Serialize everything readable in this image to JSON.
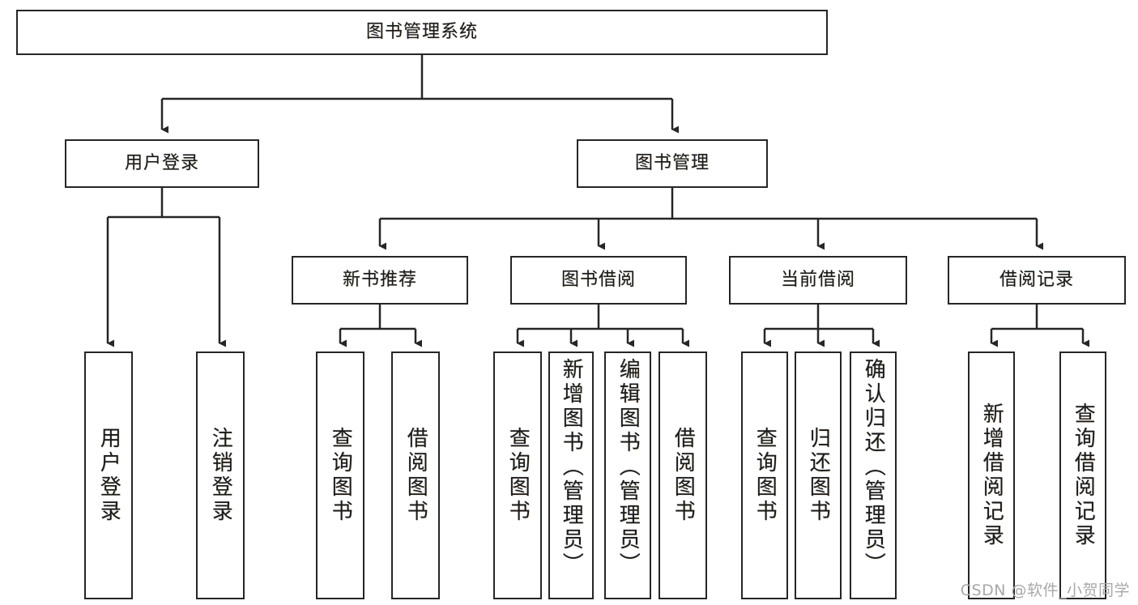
{
  "diagram": {
    "type": "tree-hierarchy",
    "title_node": {
      "label": "图书管理系统"
    },
    "level1": [
      {
        "id": "user-login",
        "label": "用户登录"
      },
      {
        "id": "book-management",
        "label": "图书管理"
      }
    ],
    "level2": [
      {
        "id": "new-book-recommend",
        "label": "新书推荐",
        "parent": "book-management"
      },
      {
        "id": "book-borrow",
        "label": "图书借阅",
        "parent": "book-management"
      },
      {
        "id": "current-borrow",
        "label": "当前借阅",
        "parent": "book-management"
      },
      {
        "id": "borrow-record",
        "label": "借阅记录",
        "parent": "book-management"
      }
    ],
    "leaves": {
      "user_login": [
        {
          "id": "leaf-user-login",
          "label": "用户登录"
        },
        {
          "id": "leaf-logout-login",
          "label": "注销登录"
        }
      ],
      "new_book_recommend": [
        {
          "id": "leaf-query-book-1",
          "label": "查询图书"
        },
        {
          "id": "leaf-borrow-book-1",
          "label": "借阅图书"
        }
      ],
      "book_borrow": [
        {
          "id": "leaf-query-book-2",
          "label": "查询图书"
        },
        {
          "id": "leaf-add-book",
          "label": "新增图书（管理员）"
        },
        {
          "id": "leaf-edit-book",
          "label": "编辑图书（管理员）"
        },
        {
          "id": "leaf-borrow-book-2",
          "label": "借阅图书"
        }
      ],
      "current_borrow": [
        {
          "id": "leaf-query-book-3",
          "label": "查询图书"
        },
        {
          "id": "leaf-return-book",
          "label": "归还图书"
        },
        {
          "id": "leaf-confirm-return",
          "label": "确认归还（管理员）"
        }
      ],
      "borrow_record": [
        {
          "id": "leaf-add-record",
          "label": "新增借阅记录"
        },
        {
          "id": "leaf-query-record",
          "label": "查询借阅记录"
        }
      ]
    }
  },
  "watermark": {
    "text": "CSDN @软件_小贺同学"
  },
  "colors": {
    "stroke": "#262626",
    "text": "#1a1a1a",
    "background": "#ffffff",
    "watermark": "#a8a8a8"
  }
}
